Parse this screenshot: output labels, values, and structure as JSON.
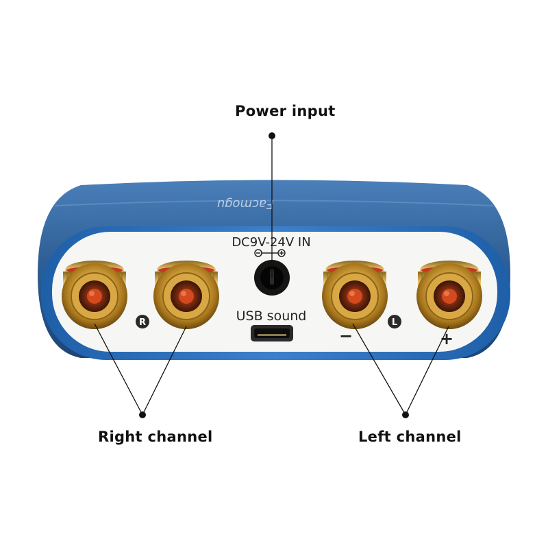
{
  "callouts": {
    "power_input": "Power input",
    "right_channel": "Right channel",
    "left_channel": "Left channel"
  },
  "device": {
    "brand": "Facmogu",
    "power_label": "DC9V-24V IN",
    "usb_label": "USB sound",
    "right_marker": "R",
    "left_marker": "L",
    "minus_sign": "−",
    "plus_sign": "+"
  },
  "colors": {
    "body_blue": "#2f5f96",
    "face_white": "#f6f6f4",
    "gold": "#c99a2e",
    "jack_red": "#c0281e",
    "line": "#111111"
  }
}
